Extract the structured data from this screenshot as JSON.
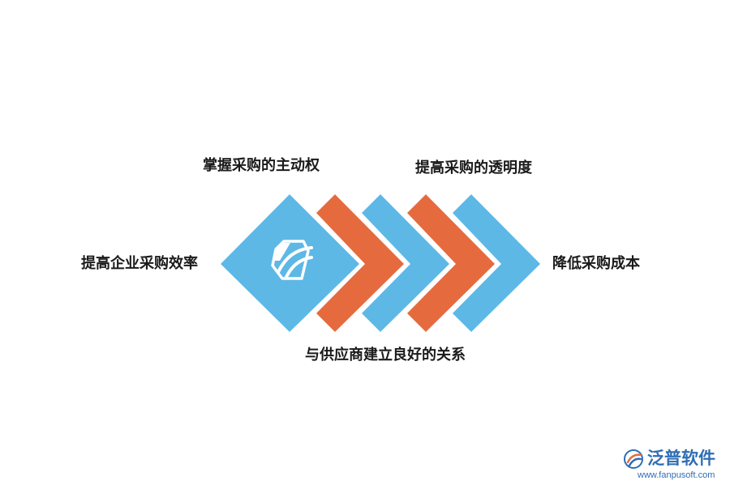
{
  "labels": {
    "top_left": "掌握采购的主动权",
    "top_right": "提高采购的透明度",
    "left": "提高企业采购效率",
    "bottom": "与供应商建立良好的关系",
    "right": "降低采购成本"
  },
  "watermark": {
    "name": "泛普软件",
    "url": "www.fanpusoft.com"
  },
  "colors": {
    "blue": "#5db8e6",
    "orange": "#e56b3f",
    "text": "#1a1a1a",
    "brand": "#2f6db5"
  }
}
